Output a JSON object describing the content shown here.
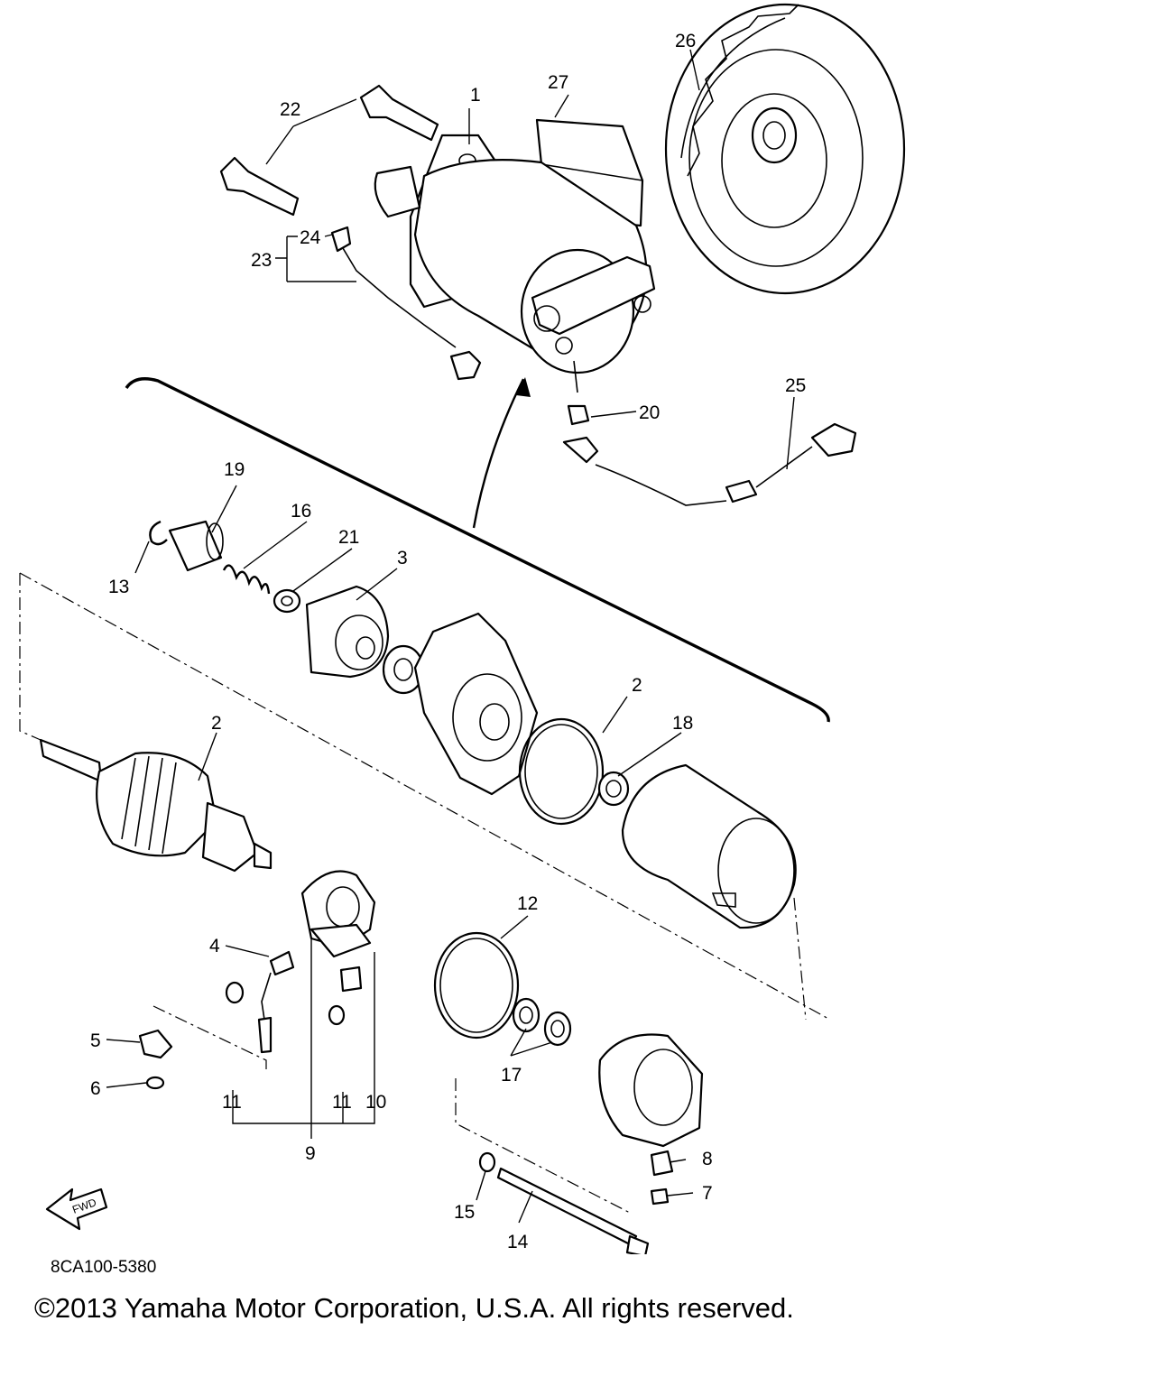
{
  "diagram": {
    "callouts": {
      "c1": "1",
      "c2": "2",
      "c2b": "2",
      "c3": "3",
      "c4": "4",
      "c5": "5",
      "c6": "6",
      "c7": "7",
      "c8": "8",
      "c9": "9",
      "c10": "10",
      "c11a": "11",
      "c11b": "11",
      "c12": "12",
      "c13": "13",
      "c14": "14",
      "c15": "15",
      "c16": "16",
      "c17": "17",
      "c18": "18",
      "c19": "19",
      "c20": "20",
      "c21": "21",
      "c22": "22",
      "c23": "23",
      "c24": "24",
      "c25": "25",
      "c26": "26",
      "c27": "27"
    },
    "fwd_label": "FWD",
    "drawing_code": "8CA100-5380",
    "copyright": "©2013 Yamaha Motor Corporation, U.S.A. All rights reserved."
  }
}
